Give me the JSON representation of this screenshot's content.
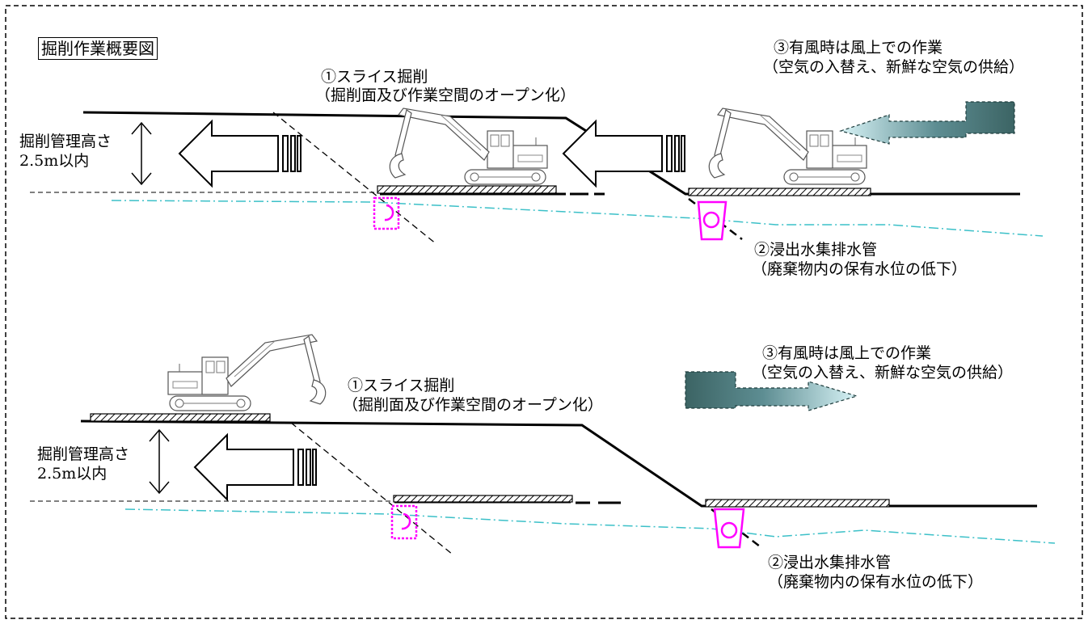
{
  "title": "掘削作業概要図",
  "top_panel": {
    "slice_label": "①スライス掘削",
    "slice_sub": "（掘削面及び作業空間のオープン化）",
    "height_label": "掘削管理高さ",
    "height_value": "2.5m以内",
    "drain_label": "②浸出水集排水管",
    "drain_sub": "（廃棄物内の保有水位の低下）",
    "wind_label": "③有風時は風上での作業",
    "wind_sub": "（空気の入替え、新鮮な空気の供給）"
  },
  "bottom_panel": {
    "slice_label": "①スライス掘削",
    "slice_sub": "（掘削面及び作業空間のオープン化）",
    "height_label": "掘削管理高さ",
    "height_value": "2.5m以内",
    "drain_label": "②浸出水集排水管",
    "drain_sub": "（廃棄物内の保有水位の低下）",
    "wind_label": "③有風時は風上での作業",
    "wind_sub": "（空気の入替え、新鮮な空気の供給）"
  },
  "colors": {
    "ground_line": "#000000",
    "water_line": "#3cc0c8",
    "pipe": "#ff00ff",
    "wind_dark": "#3c6464",
    "wind_light": "#bfe9ef",
    "border": "#000000"
  },
  "icons": [
    "excavator-icon",
    "left-arrow-icon",
    "double-headed-arrow-icon",
    "wind-arrow-icon",
    "drain-pipe-icon"
  ]
}
